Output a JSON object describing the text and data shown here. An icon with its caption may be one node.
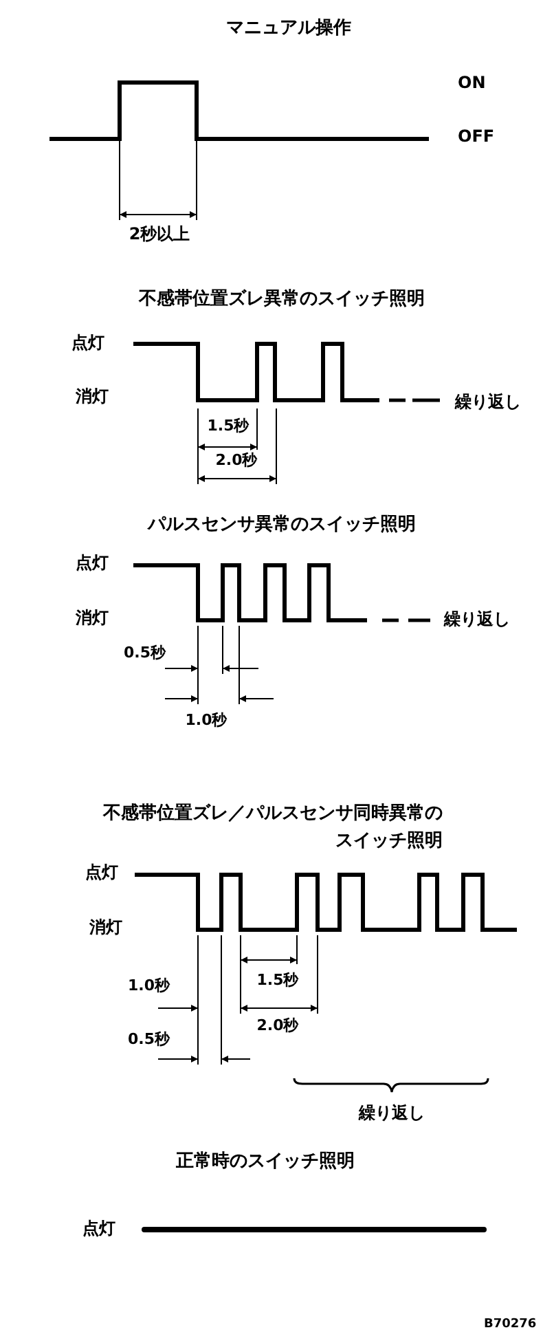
{
  "diagram": {
    "labels": [
      "マニュアル操作",
      "ON",
      "OFF",
      "2秒以上",
      "不感帯位置ズレ異常のスイッチ照明",
      "点灯",
      "消灯",
      "繰り返し",
      "1.5秒",
      "2.0秒",
      "パルスセンサ異常のスイッチ照明",
      "点灯",
      "消灯",
      "繰り返し",
      "0.5秒",
      "1.0秒",
      "不感帯位置ズレ／パルスセンサ同時異常のスイッチ照明",
      "点灯",
      "消灯",
      "1.5秒",
      "1.0秒",
      "2.0秒",
      "0.5秒",
      "繰り返し",
      "正常時のスイッチ照明",
      "点灯",
      "B70276"
    ]
  }
}
